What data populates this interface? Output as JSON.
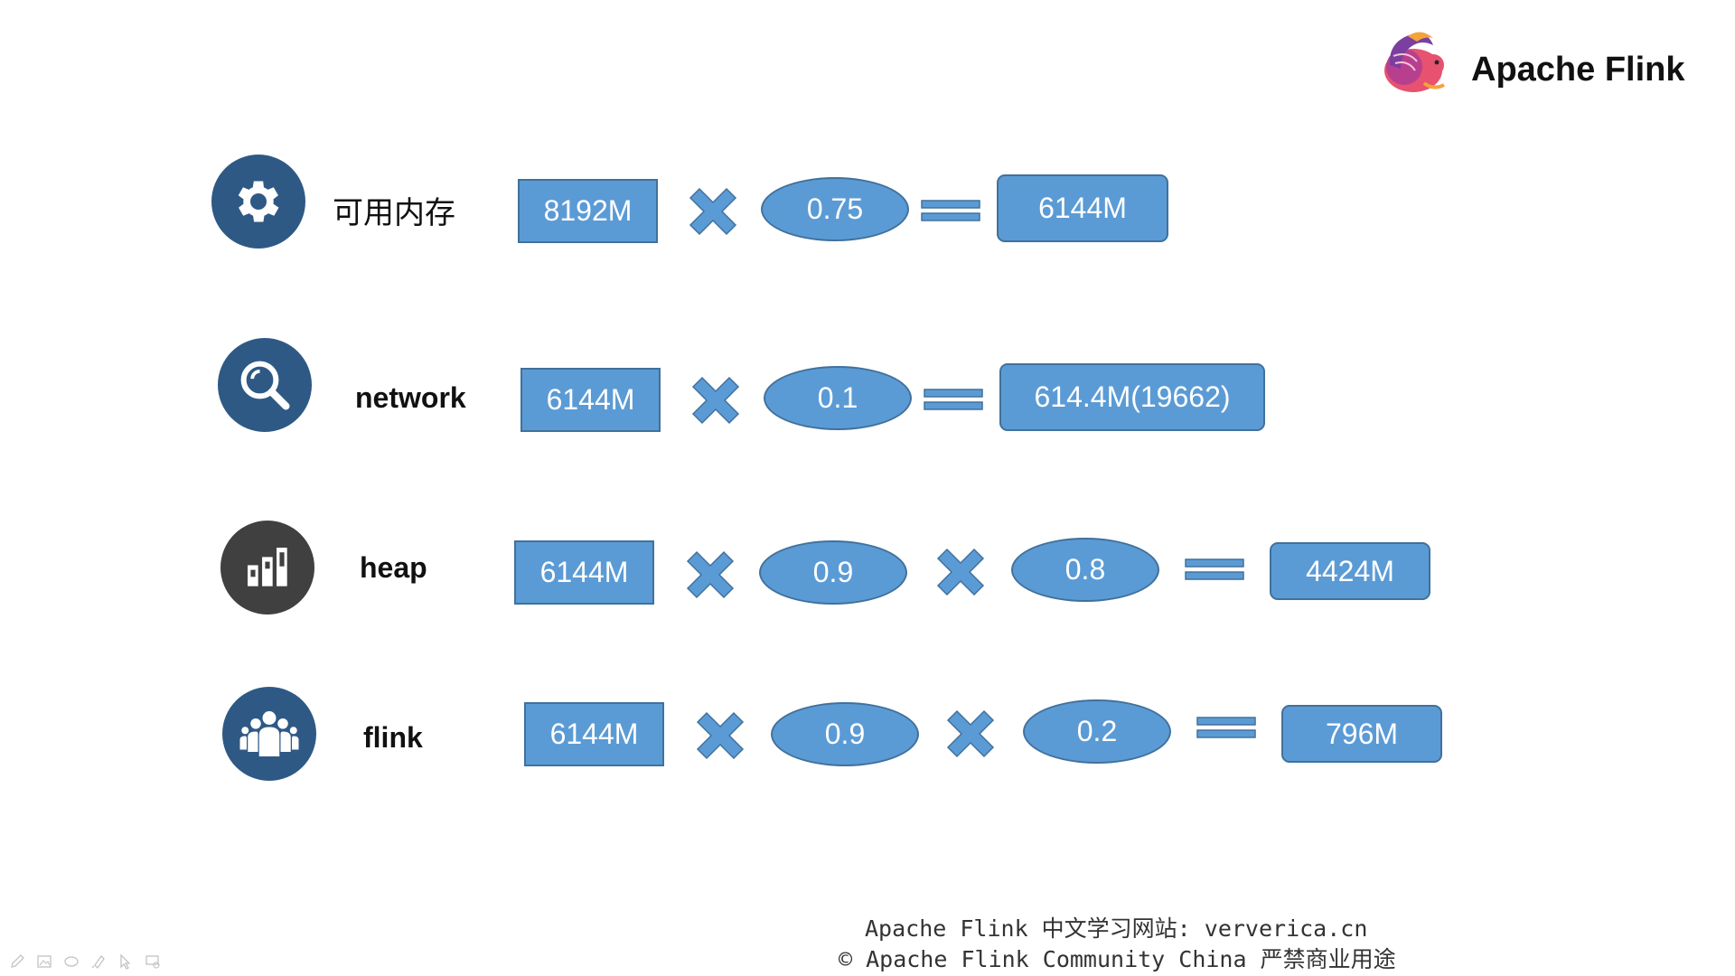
{
  "brand": {
    "name": "Apache Flink",
    "logo_icon": "flink-squirrel-logo",
    "colors": {
      "box": "#5b9bd5",
      "box_border": "#41719c",
      "icon_blue": "#2e5984",
      "icon_dark": "#404040"
    }
  },
  "rows": [
    {
      "label": "可用内存",
      "icon": "gear-icon",
      "terms": [
        "8192M",
        "0.75"
      ],
      "result": "6144M"
    },
    {
      "label": "network",
      "icon": "search-icon",
      "terms": [
        "6144M",
        "0.1"
      ],
      "result": "614.4M(19662)"
    },
    {
      "label": "heap",
      "icon": "bar-chart-icon",
      "terms": [
        "6144M",
        "0.9",
        "0.8"
      ],
      "result": "4424M"
    },
    {
      "label": "flink",
      "icon": "people-icon",
      "terms": [
        "6144M",
        "0.9",
        "0.2"
      ],
      "result": "796M"
    }
  ],
  "footer": {
    "line1": "Apache Flink 中文学习网站:  ververica.cn",
    "line2": "© Apache Flink Community China  严禁商业用途"
  },
  "toolbar": {
    "icons": [
      "pen-icon",
      "image-icon",
      "eraser-icon",
      "highlighter-icon",
      "pointer-icon",
      "screen-icon"
    ]
  }
}
